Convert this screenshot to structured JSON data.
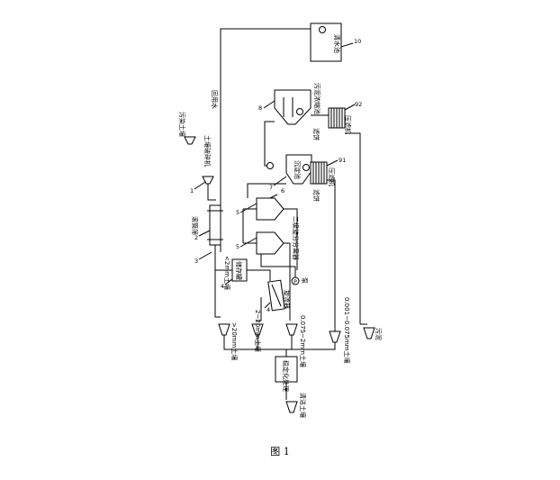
{
  "diagram": {
    "labels": {
      "polluted_soil": "污染土壤",
      "soil_crusher": "土壤破碎机",
      "drum_screen": "滚筒筛",
      "soil_lt2mm": "<2mm土壤",
      "soil_gt20mm": ">20mm土壤",
      "soil_2_20mm": "2~20mm土壤",
      "soil_0075_2mm": "0.075~2mm土壤",
      "soil_0001_0075mm": "0.001~0.075mm土壤",
      "tank": "储存罐",
      "washer": "旋流器",
      "cyclone_group": "二级旋分分离器",
      "settling_tank": "沉淀池",
      "filter_press_1": "压滤机",
      "filter_press_2": "压滤机",
      "sludge_1": "滤饼",
      "sludge_2": "滤饼",
      "sludge_tank": "污泥浓缩池",
      "clear_water_tank": "清水池",
      "reuse_water": "回用水",
      "stabilization": "稳定化处理",
      "clean_soil": "清洁土壤",
      "sludge_out": "污泥"
    },
    "numbers": {
      "n1": "1",
      "n2": "2",
      "n3": "3",
      "n4": "4",
      "n5a": "5",
      "n5b": "5",
      "n6": "6",
      "n7": "7",
      "n8": "8",
      "n9_1": "91",
      "n9_2": "92",
      "n10": "10"
    },
    "pump_glyph": "P"
  },
  "caption": "图 1"
}
